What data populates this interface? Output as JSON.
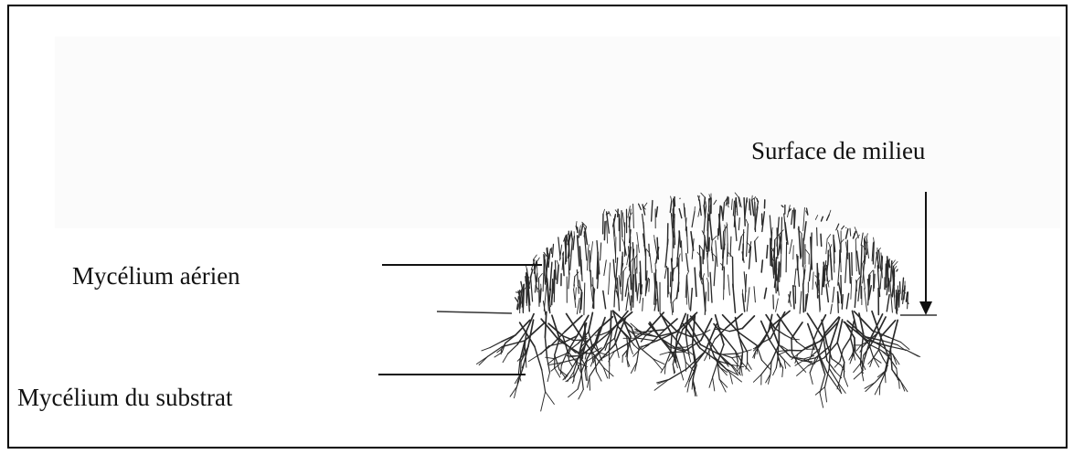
{
  "diagram": {
    "labels": {
      "surface": "Surface de milieu",
      "aerien": "Mycélium aérien",
      "substrat": "Mycélium du substrat"
    },
    "colors": {
      "ink": "#111111",
      "hyphae": "#2a2a2a",
      "frame": "#000000"
    }
  }
}
